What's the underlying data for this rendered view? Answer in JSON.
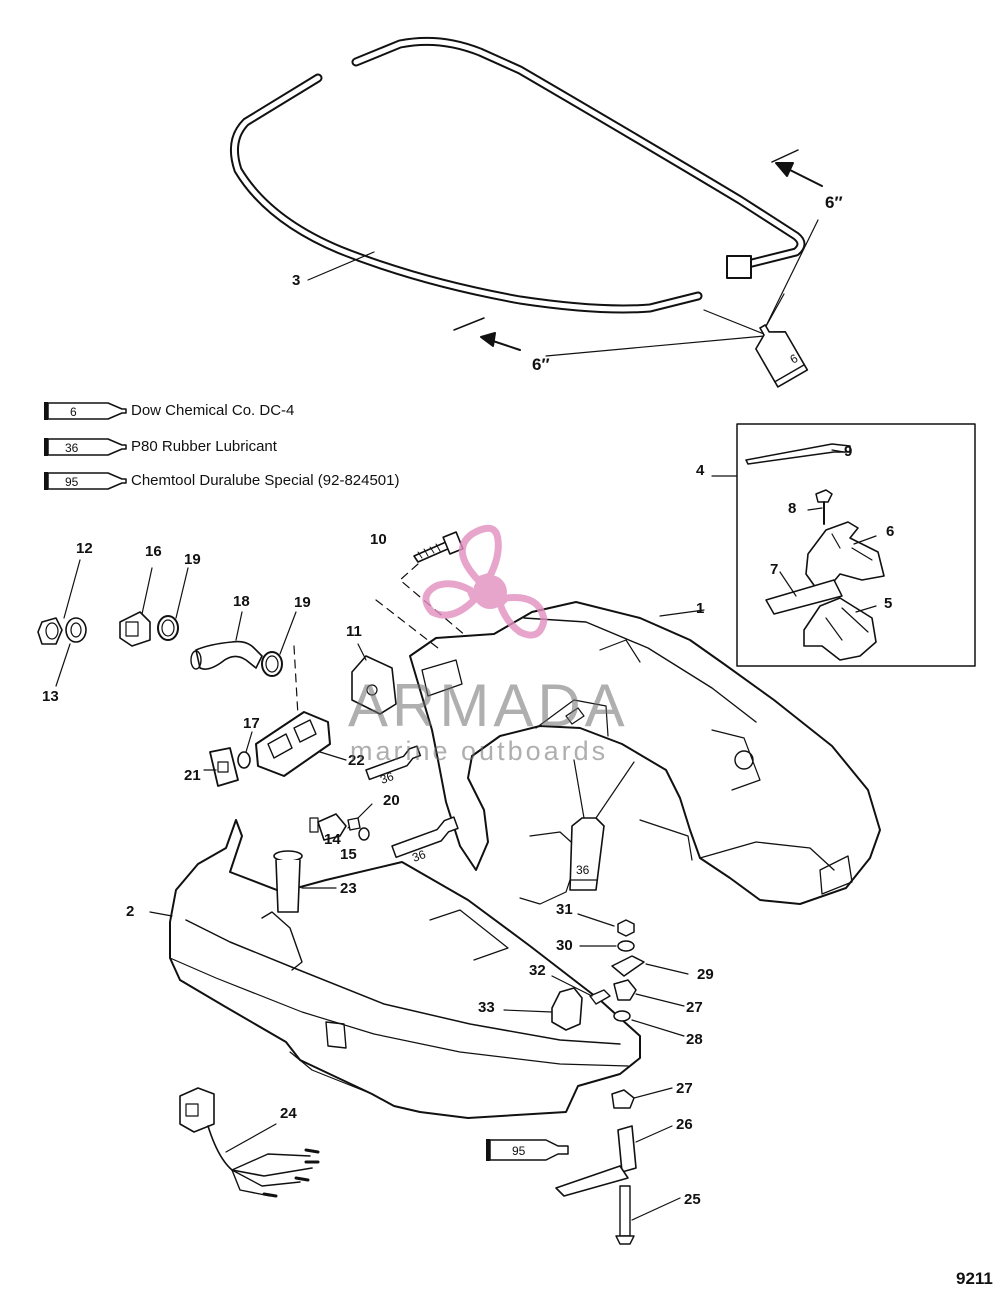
{
  "legend": [
    {
      "code": "6",
      "text": "Dow Chemical Co. DC-4"
    },
    {
      "code": "36",
      "text": "P80 Rubber Lubricant"
    },
    {
      "code": "95",
      "text": "Chemtool Duralube Special (92-824501)"
    }
  ],
  "dimension_label": "6″",
  "callouts": [
    "1",
    "2",
    "3",
    "4",
    "5",
    "6",
    "7",
    "8",
    "9",
    "10",
    "11",
    "12",
    "13",
    "14",
    "15",
    "16",
    "17",
    "18",
    "19",
    "19",
    "20",
    "21",
    "22",
    "23",
    "24",
    "25",
    "26",
    "27",
    "27",
    "28",
    "29",
    "30",
    "31",
    "32",
    "33"
  ],
  "tube_codes": {
    "top_right": "6",
    "near_22": "36",
    "near_14": "36",
    "center": "36",
    "bottom": "95"
  },
  "watermark": {
    "title": "ARMADA",
    "subtitle": "marine outboards",
    "color": "#e38fc0"
  },
  "diagram_number": "9211"
}
